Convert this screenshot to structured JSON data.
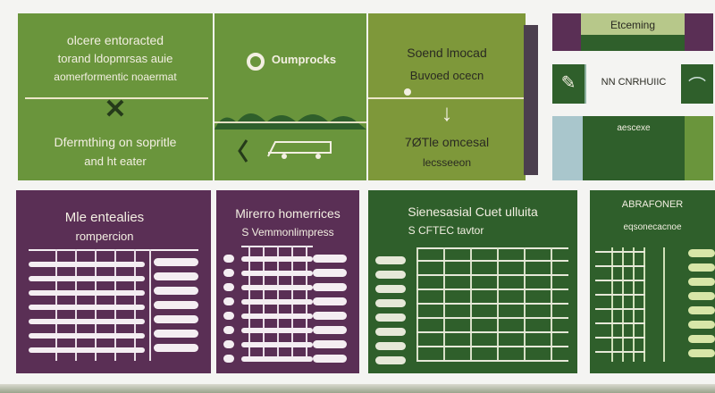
{
  "top": {
    "panel1": {
      "line1": "olcere entoracted",
      "line2": "torand ldopmrsas auie",
      "line3": "aomerformentic noaermat",
      "line4": "Dfermthing on sopritle",
      "line5": "and ht eater"
    },
    "panel2": {
      "title": "Oumprocks"
    },
    "panel3": {
      "line1": "Soend lmocad",
      "line2": "Buvoed ocecn",
      "line3": "7ØTle omcesal",
      "line4": "lecsseeon"
    },
    "side": {
      "card1": "Etceming",
      "card2": "NN CNRHUIIC",
      "card3": "aescexe"
    }
  },
  "bottom": {
    "panel1": {
      "title": "Mle entealies",
      "subtitle": "rompercion"
    },
    "panel2": {
      "title": "Mirerro homerrices",
      "subtitle": "S Vemmonlimpress"
    },
    "panel3": {
      "title": "Sienesasial Cuet ulluita",
      "subtitle": "S CFTEC tavtor"
    },
    "panel4": {
      "title": "ABRAFONER",
      "subtitle": "eqsonecacnoe"
    }
  },
  "colors": {
    "green": "#67923c",
    "olive": "#7e983a",
    "purple": "#5a2f55",
    "dark_green": "#2f5f2b"
  }
}
